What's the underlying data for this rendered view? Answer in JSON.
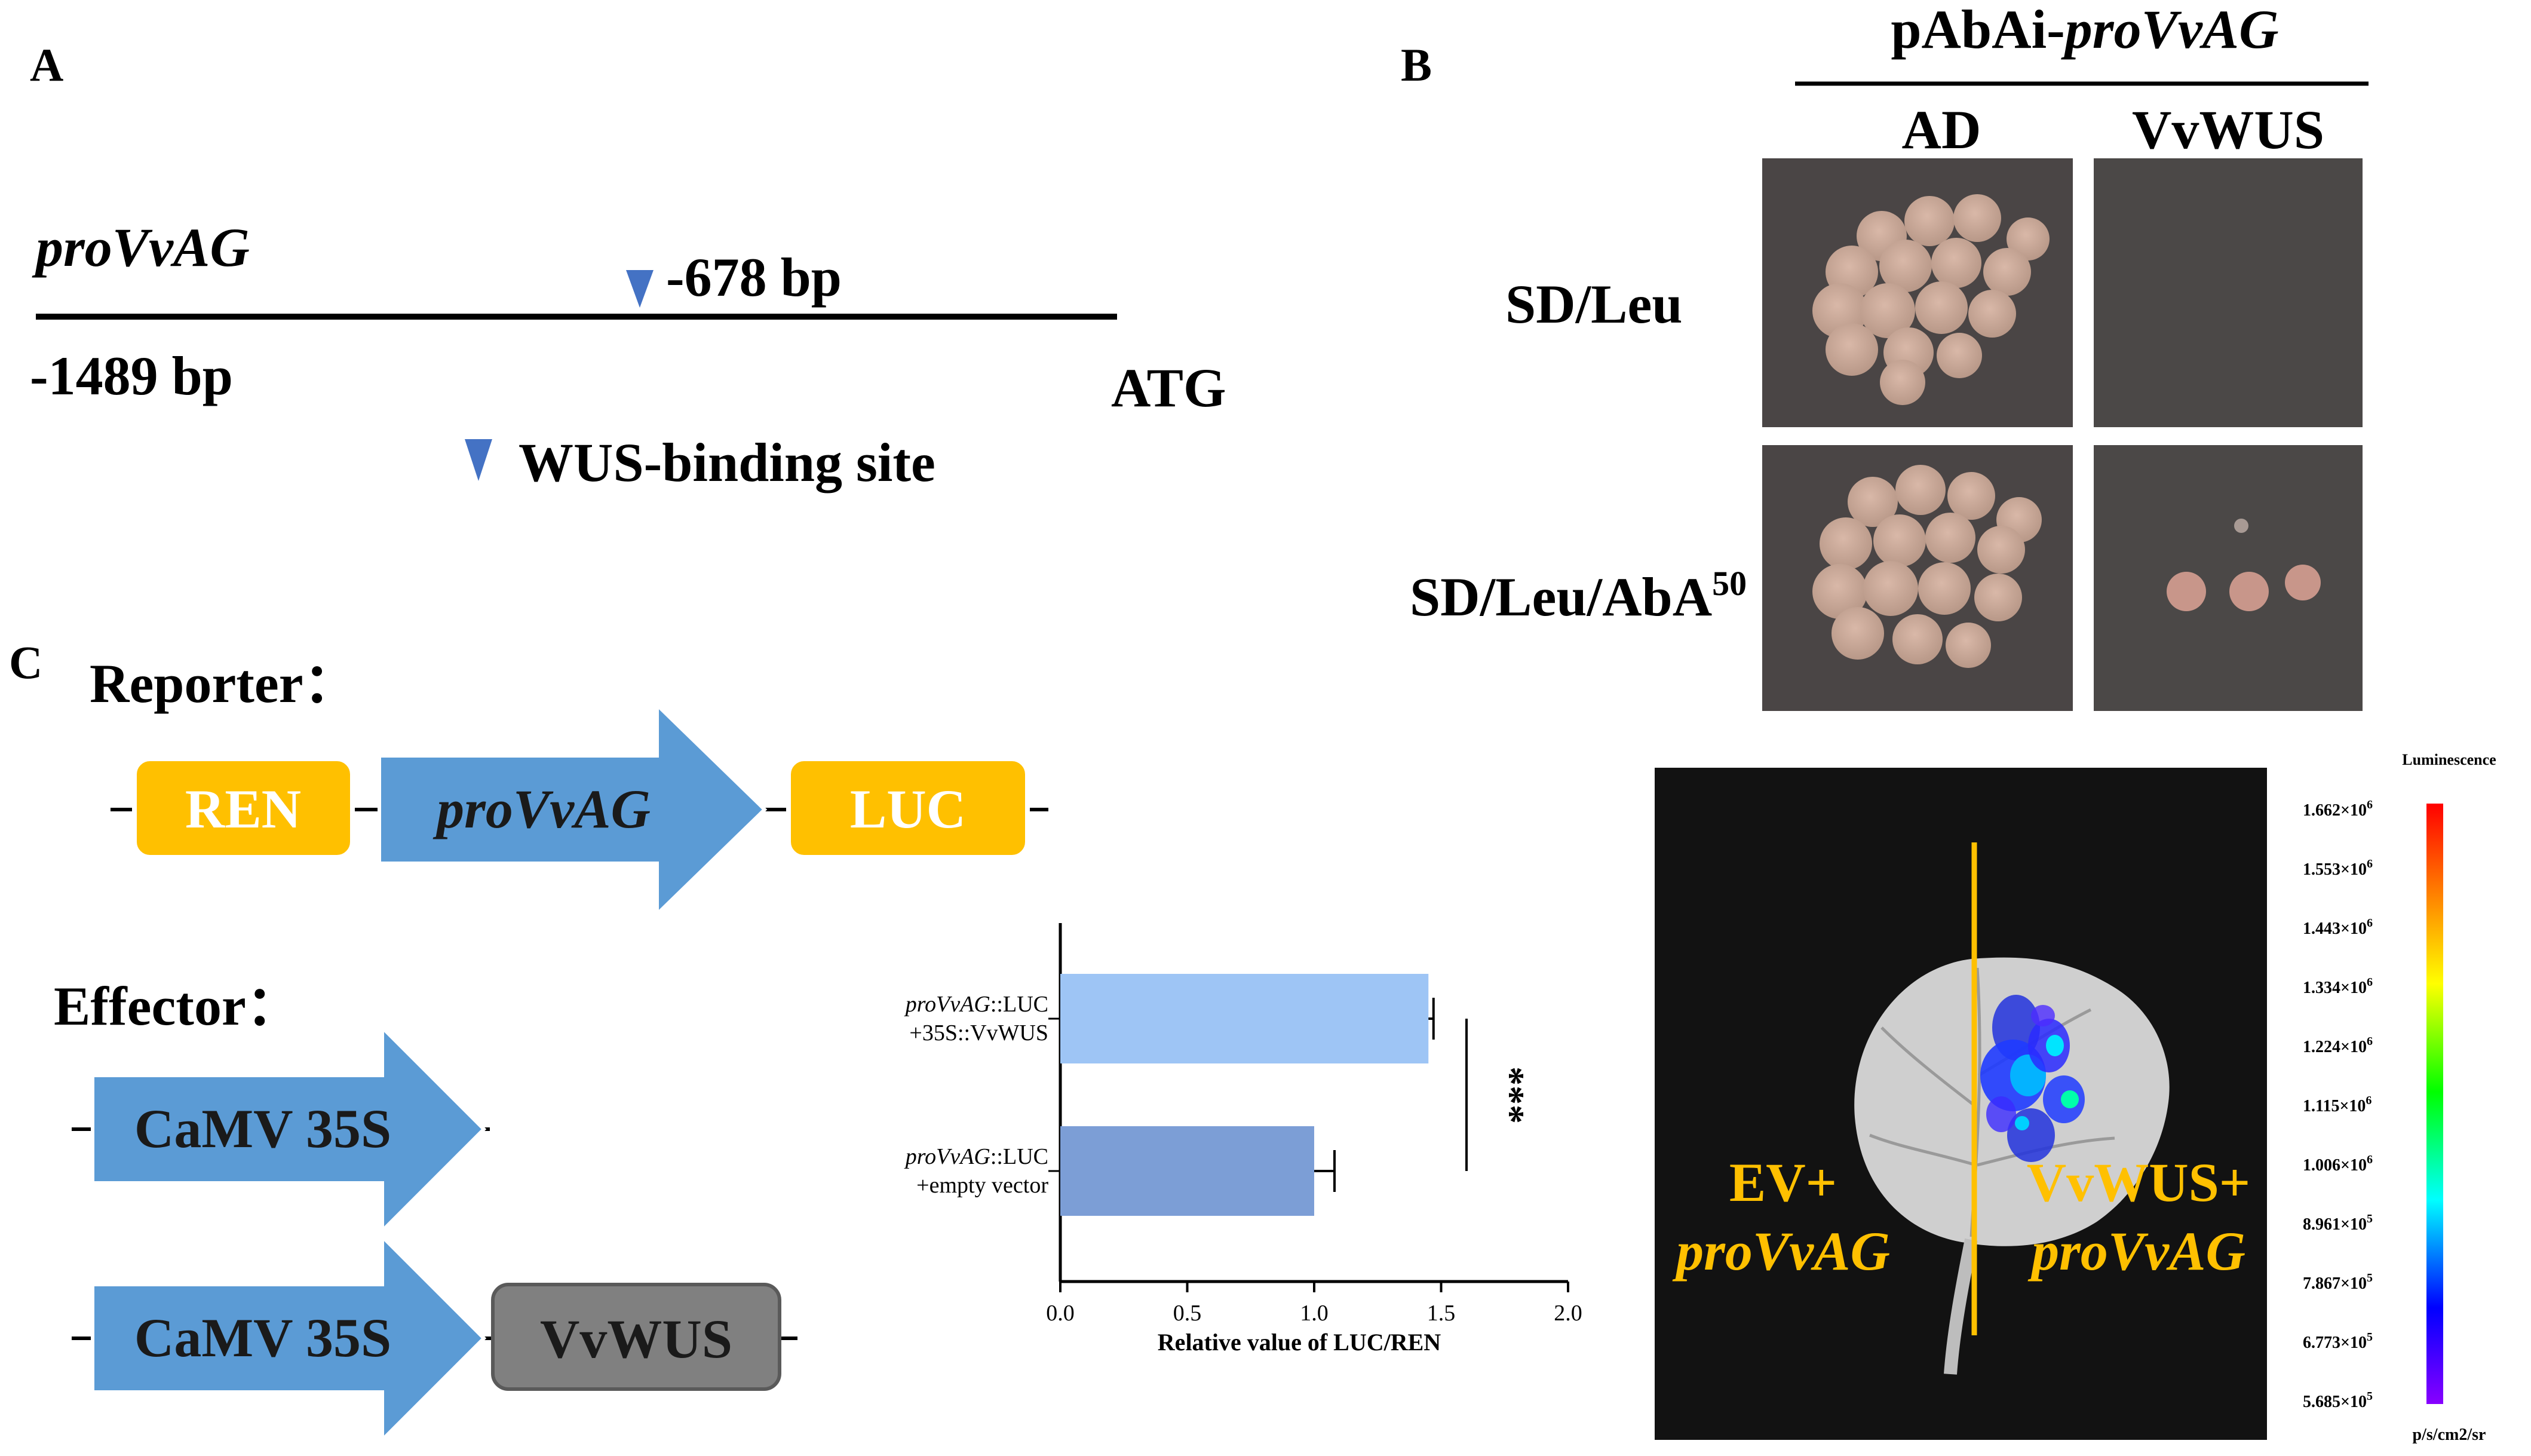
{
  "panelA": {
    "label": "A",
    "promoter_name": "proVvAG",
    "site_position": "-678 bp",
    "start_position": "-1489 bp",
    "atg": "ATG",
    "legend_text": "WUS-binding site"
  },
  "panelB": {
    "label": "B",
    "vector_prefix": "pAbAi-",
    "vector_italic": "proVvAG",
    "col_ad": "AD",
    "col_wus": "VvWUS",
    "row1": "SD/Leu",
    "row2": "SD/Leu/AbA",
    "row2_sup": "50"
  },
  "panelC": {
    "label": "C",
    "reporter_label": "Reporter：",
    "effector_label": "Effector：",
    "ren": "REN",
    "provvag": "proVvAG",
    "luc": "LUC",
    "camv1": "CaMV 35S",
    "camv2": "CaMV 35S",
    "vvwus": "VvWUS"
  },
  "luminescence": {
    "title": "Luminescence",
    "unit": "p/s/cm2/sr",
    "ticks": [
      {
        "mant": "1.662×10",
        "exp": "6"
      },
      {
        "mant": "1.553×10",
        "exp": "6"
      },
      {
        "mant": "1.443×10",
        "exp": "6"
      },
      {
        "mant": "1.334×10",
        "exp": "6"
      },
      {
        "mant": "1.224×10",
        "exp": "6"
      },
      {
        "mant": "1.115×10",
        "exp": "6"
      },
      {
        "mant": "1.006×10",
        "exp": "6"
      },
      {
        "mant": "8.961×10",
        "exp": "5"
      },
      {
        "mant": "7.867×10",
        "exp": "5"
      },
      {
        "mant": "6.773×10",
        "exp": "5"
      },
      {
        "mant": "5.685×10",
        "exp": "5"
      }
    ],
    "left_line1": "EV+",
    "left_line2": "proVvAG",
    "right_line1": "VvWUS+",
    "right_line2": "proVvAG"
  },
  "chart_data": {
    "type": "bar",
    "orientation": "horizontal",
    "categories": [
      {
        "italic": "proVvAG",
        "rest": "::LUC",
        "line2": "+35S::VvWUS"
      },
      {
        "italic": "proVvAG",
        "rest": "::LUC",
        "line2": "+empty vector"
      }
    ],
    "values": [
      1.45,
      1.0
    ],
    "errors": [
      0.02,
      0.08
    ],
    "colors": [
      "#9EC5F5",
      "#7C9ED6"
    ],
    "xlabel": "Relative value of LUC/REN",
    "xlim": [
      0.0,
      2.0
    ],
    "xticks": [
      "0.0",
      "0.5",
      "1.0",
      "1.5",
      "2.0"
    ],
    "significance": "***",
    "grid": false
  }
}
